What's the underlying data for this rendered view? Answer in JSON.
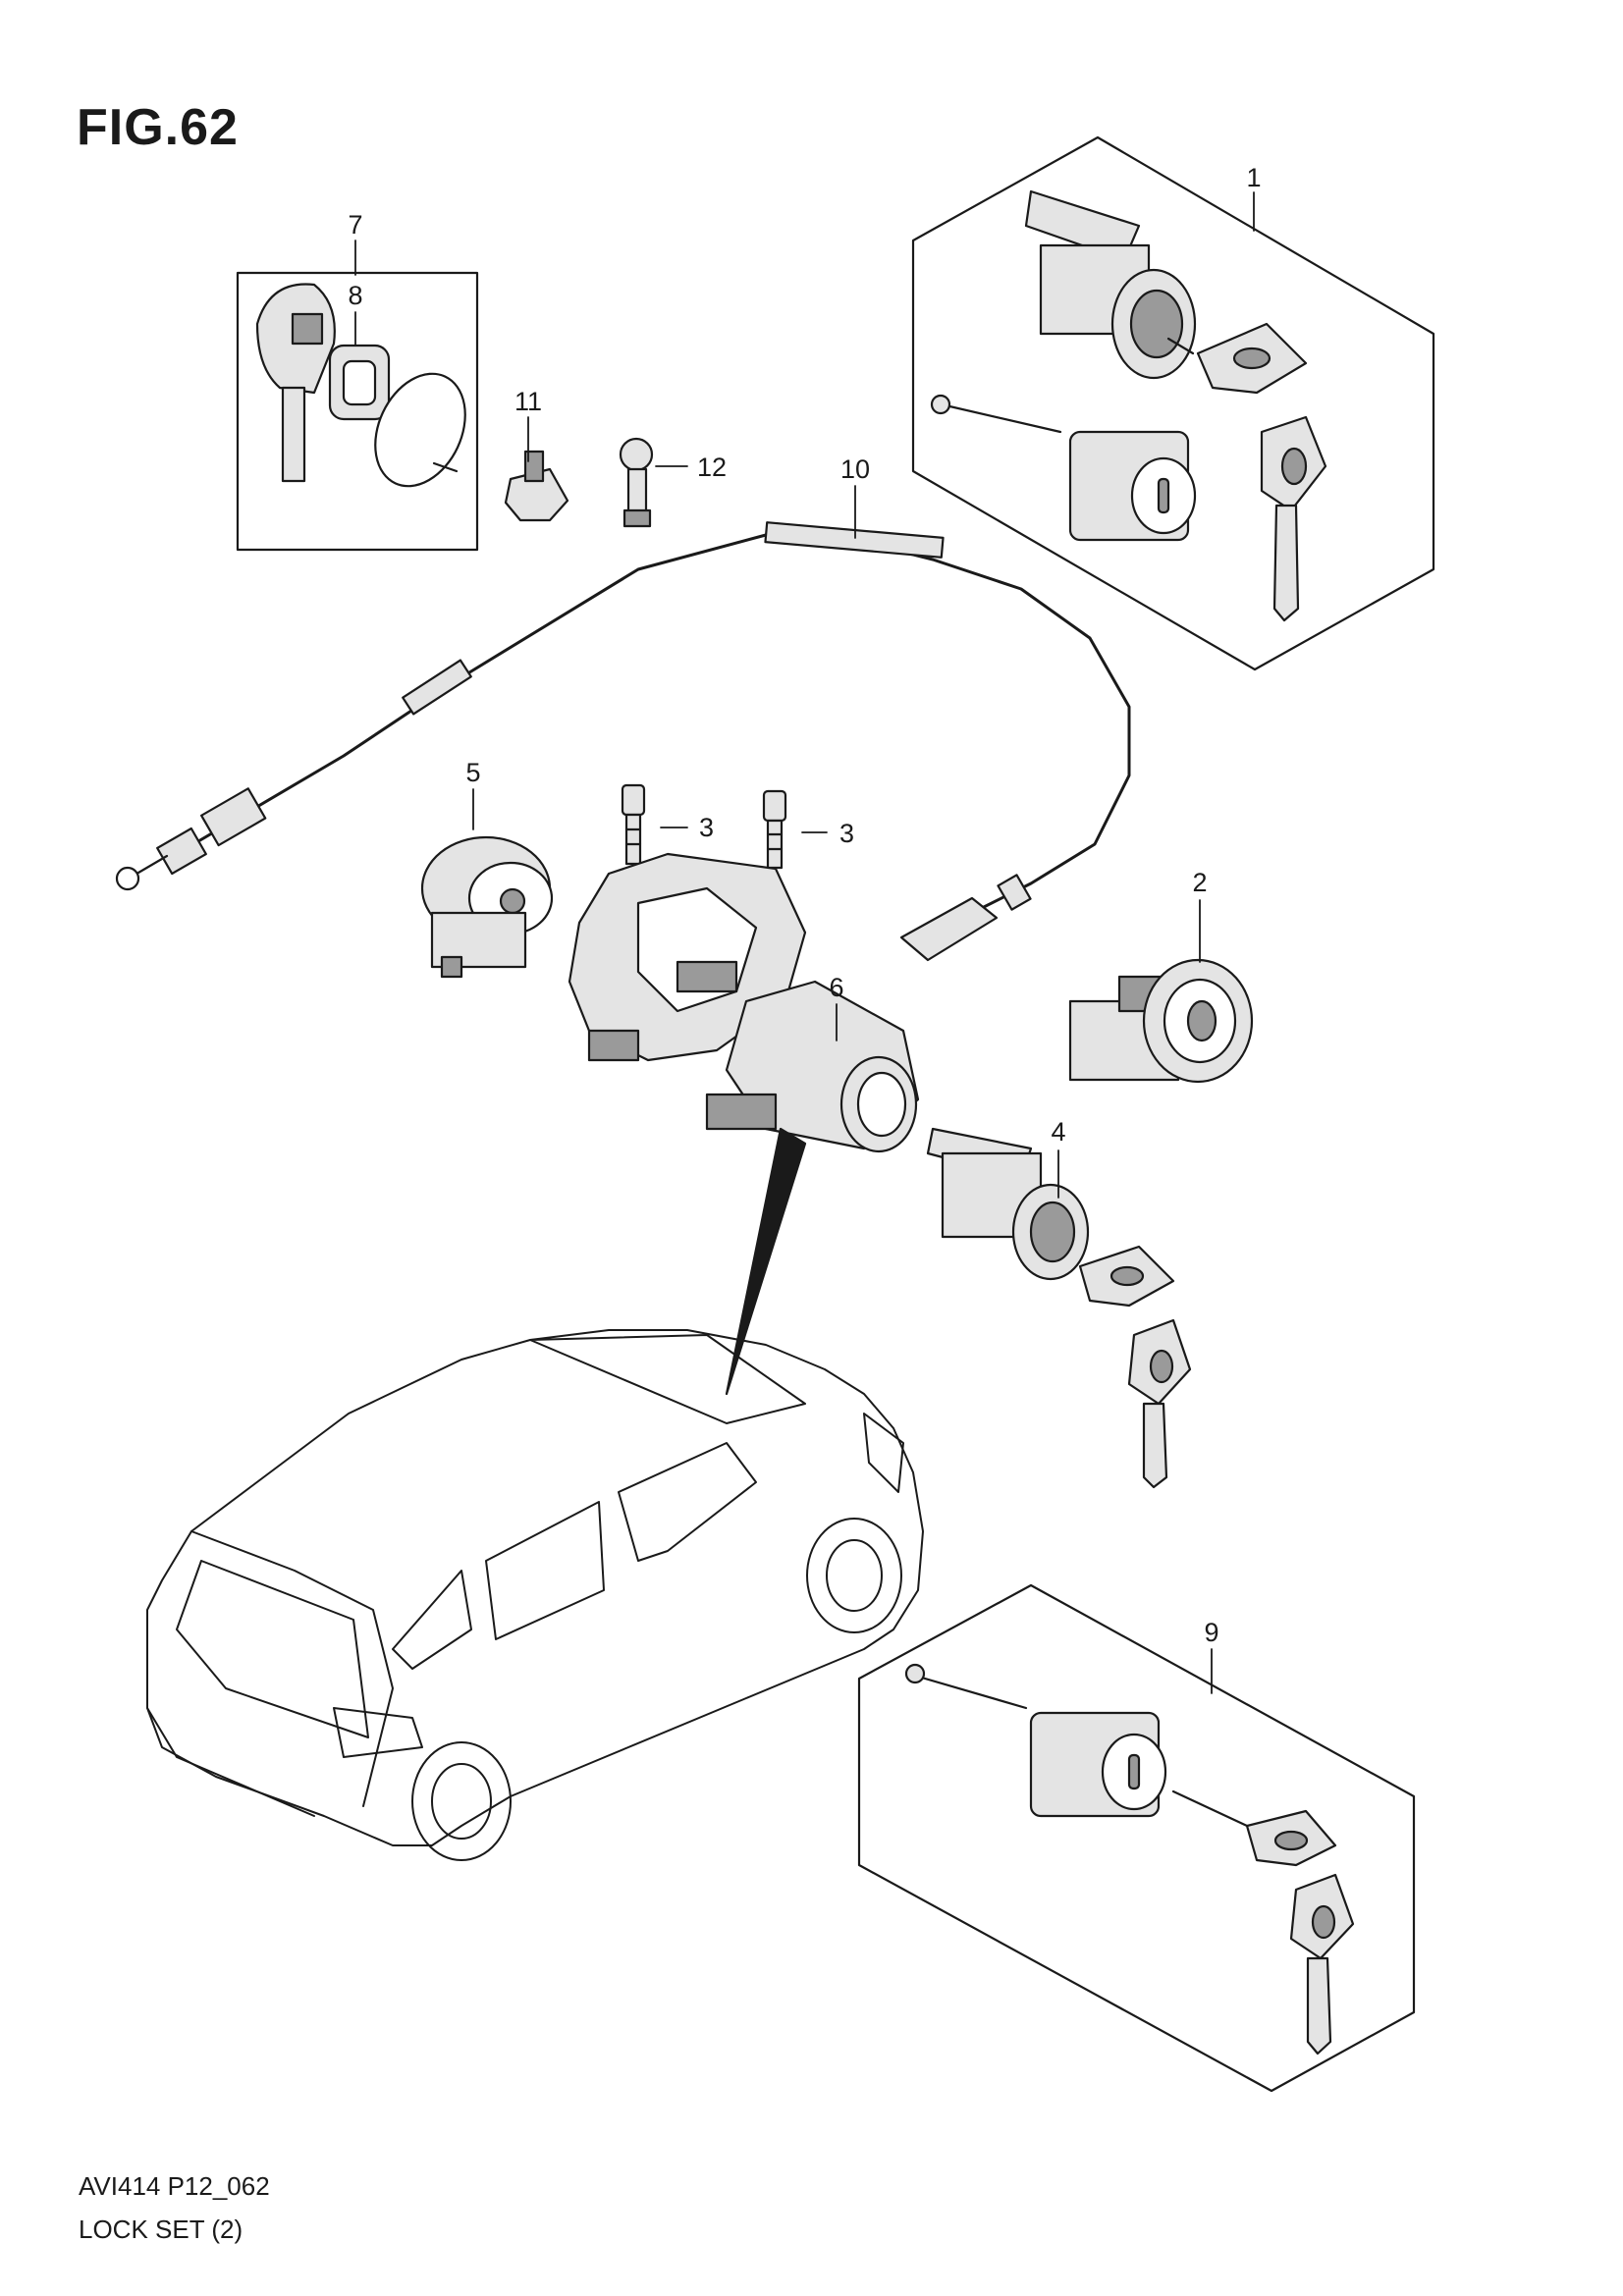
{
  "figure": {
    "title": "FIG.62"
  },
  "footer": {
    "code": "AVI414 P12_062",
    "name": "LOCK SET (2)"
  },
  "callouts": [
    "1",
    "2",
    "3",
    "3",
    "4",
    "5",
    "6",
    "7",
    "8",
    "9",
    "10",
    "11",
    "12"
  ],
  "colors": {
    "line": "#1a1a1a",
    "part_fill": "#e4e4e4",
    "part_shade": "#9a9a9a",
    "background": "#ffffff"
  }
}
